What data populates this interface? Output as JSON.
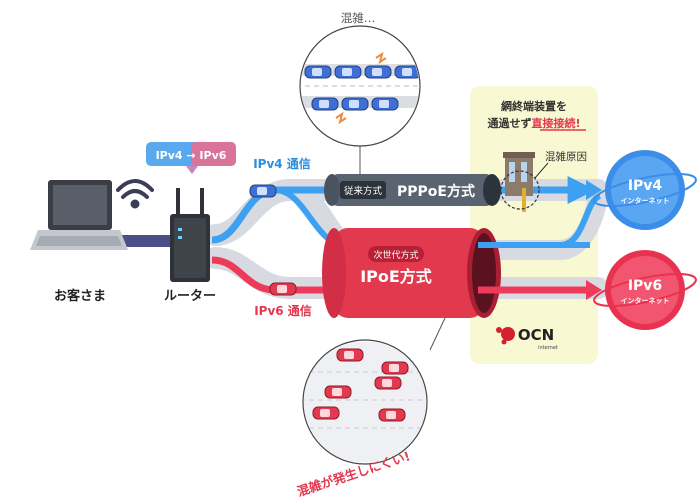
{
  "congestion_caption": "混雑…",
  "conversion_badge": "IPv4 → IPv6",
  "ipv4_comm_label": "IPv4 通信",
  "ipv6_comm_label": "IPv6 通信",
  "pppoe": {
    "tag": "従来方式",
    "name": "PPPoE方式"
  },
  "ipoe": {
    "tag": "次世代方式",
    "name": "IPoE方式"
  },
  "ntu_callout": {
    "line1": "網終端装置を",
    "line2_prefix": "通過せず",
    "line2_emphasis": "直接接続!"
  },
  "congestion_cause": "混雑原因",
  "customer_label": "お客さま",
  "router_label": "ルーター",
  "ipv4_internet": {
    "title": "IPv4",
    "subtitle": "インターネット"
  },
  "ipv6_internet": {
    "title": "IPv6",
    "subtitle": "インターネット"
  },
  "ocn_logo": {
    "text": "OCN",
    "sub": "internet"
  },
  "low_congestion_caption": "混雑が発生しにくい!",
  "colors": {
    "ipv4_blue": "#3da0f0",
    "ipv6_red": "#ef3b5b",
    "pppoe_tube": "#5a6470",
    "ipoe_tube": "#e2394f",
    "ocn_panel": "#f8f8d2",
    "road": "#bfc4cc"
  }
}
